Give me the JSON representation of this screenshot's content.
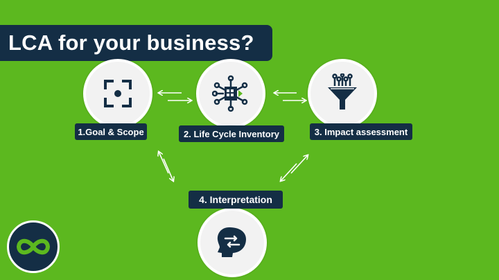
{
  "title": "LCA for your business?",
  "steps": [
    {
      "label": "1.Goal & Scope",
      "icon": "target-focus-icon"
    },
    {
      "label": "2. Life Cycle Inventory",
      "icon": "inventory-network-icon"
    },
    {
      "label": "3. Impact assessment",
      "icon": "funnel-icon"
    },
    {
      "label": "4. Interpretation",
      "icon": "head-arrows-icon"
    }
  ],
  "colors": {
    "background": "#5cb81f",
    "banner": "#142e45",
    "circle": "#f2f2f2",
    "accent": "#5cb81f"
  },
  "logo_icon": "infinity-logo-icon"
}
